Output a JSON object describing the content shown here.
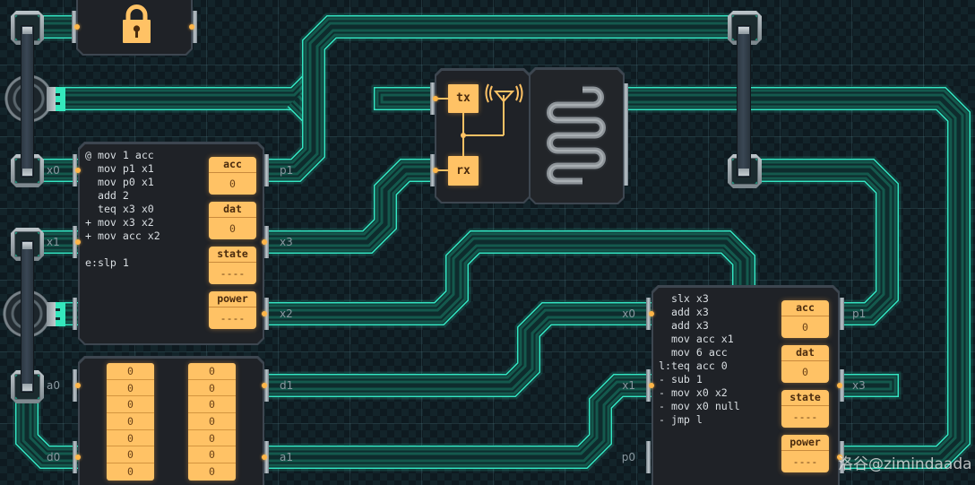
{
  "lock_module": {
    "icon": "lock-icon"
  },
  "mc1": {
    "code": [
      "@ mov 1 acc",
      "  mov p1 x1",
      "  mov p0 x1",
      "  add 2",
      "  teq x3 x0",
      "+ mov x3 x2",
      "+ mov acc x2",
      "",
      "e:slp 1"
    ],
    "registers": [
      {
        "label": "acc",
        "value": "0"
      },
      {
        "label": "dat",
        "value": "0"
      },
      {
        "label": "state",
        "value": "----"
      },
      {
        "label": "power",
        "value": "----"
      }
    ],
    "left_pins": [
      "x0",
      "x1"
    ],
    "right_pins": [
      "p1",
      "x3",
      "x2"
    ]
  },
  "ram": {
    "left_pins": [
      "a0",
      "d0"
    ],
    "right_pins": [
      "d1",
      "a1"
    ],
    "column_a": [
      "0",
      "0",
      "0",
      "0",
      "0",
      "0",
      "0"
    ],
    "column_b": [
      "0",
      "0",
      "0",
      "0",
      "0",
      "0",
      "0"
    ]
  },
  "radio": {
    "tx_label": "tx",
    "rx_label": "rx",
    "antenna_icon": "antenna-icon",
    "coil_icon": "coil-icon"
  },
  "mc2": {
    "code": [
      "  slx x3",
      "  add x3",
      "  add x3",
      "  mov acc x1",
      "  mov 6 acc",
      "l:teq acc 0",
      "- sub 1",
      "- mov x0 x2",
      "- mov x0 null",
      "- jmp l"
    ],
    "registers": [
      {
        "label": "acc",
        "value": "0"
      },
      {
        "label": "dat",
        "value": "0"
      },
      {
        "label": "state",
        "value": "----"
      },
      {
        "label": "power",
        "value": "----"
      }
    ],
    "left_pins": [
      "x0",
      "x1",
      "p0"
    ],
    "right_pins": [
      "p1",
      "x3"
    ]
  },
  "watermark": "洛谷@zimindaada",
  "colors": {
    "wire_edge": "#33e6c2",
    "wire_dark": "#0e2c2d",
    "wire_mid": "#14594d",
    "register_fill": "#ffc265",
    "module_body": "#1f2227",
    "pin_dot": "#ffb648"
  }
}
